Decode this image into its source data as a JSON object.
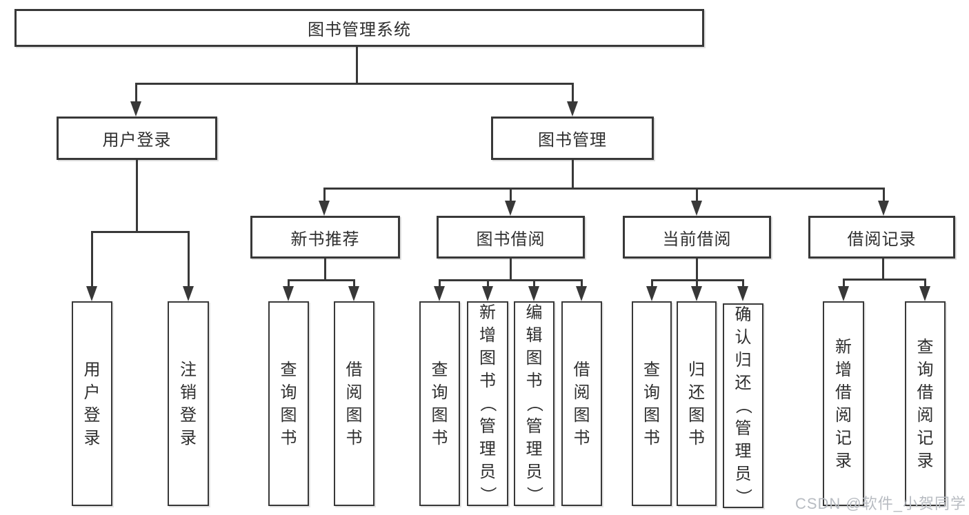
{
  "colors": {
    "line": "#383838",
    "text": "#2e2e2e",
    "watermark": "#b8bcc2",
    "background": "#ffffff"
  },
  "root": {
    "label": "图书管理系统"
  },
  "branches": {
    "user": {
      "label": "用户登录",
      "leaves": [
        {
          "label": "用户登录"
        },
        {
          "label": "注销登录"
        }
      ]
    },
    "book": {
      "label": "图书管理",
      "groups": [
        {
          "label": "新书推荐",
          "leaves": [
            {
              "label": "查询图书"
            },
            {
              "label": "借阅图书"
            }
          ]
        },
        {
          "label": "图书借阅",
          "leaves": [
            {
              "label": "查询图书"
            },
            {
              "label": "新增图书（管理员）"
            },
            {
              "label": "编辑图书（管理员）"
            },
            {
              "label": "借阅图书"
            }
          ]
        },
        {
          "label": "当前借阅",
          "leaves": [
            {
              "label": "查询图书"
            },
            {
              "label": "归还图书"
            },
            {
              "label": "确认归还（管理员）"
            }
          ]
        },
        {
          "label": "借阅记录",
          "leaves": [
            {
              "label": "新增借阅记录"
            },
            {
              "label": "查询借阅记录"
            }
          ]
        }
      ]
    }
  },
  "watermark": {
    "text": "CSDN @软件_小贺同学"
  }
}
